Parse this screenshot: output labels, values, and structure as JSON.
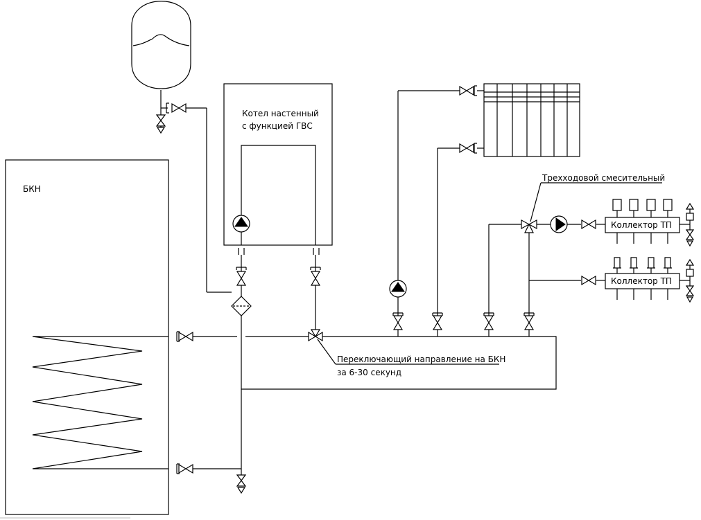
{
  "labels": {
    "boiler_title_line1": "Котел настенный",
    "boiler_title_line2": "с функцией ГВС",
    "tank": "БКН",
    "three_way_mixing": "Трехходовой смесительный",
    "switching_line1": "Переключающий направление на БКН",
    "switching_line2": "за 6-30 секунд",
    "collector_top": "Коллектор ТП",
    "collector_bottom": "Коллектор ТП"
  },
  "colors": {
    "line": "#000000",
    "background": "#ffffff"
  }
}
